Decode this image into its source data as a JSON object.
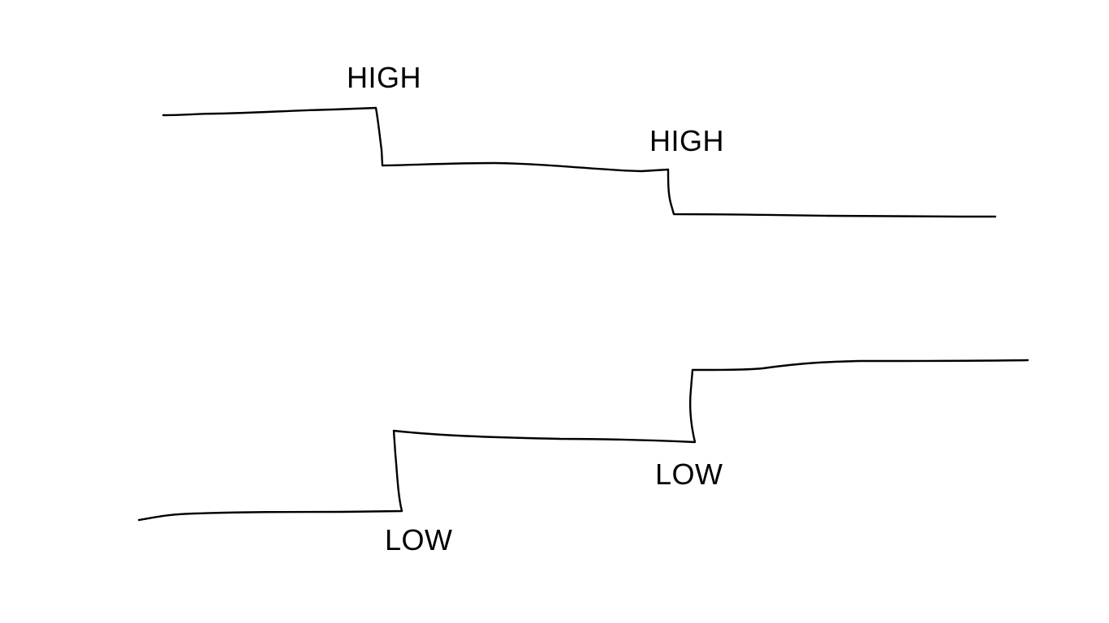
{
  "diagram": {
    "labels": {
      "high_1": "HIGH",
      "high_2": "HIGH",
      "low_1": "LOW",
      "low_2": "LOW"
    },
    "colors": {
      "background": "#ffffff",
      "line": "#000000",
      "text": "#000000"
    }
  }
}
